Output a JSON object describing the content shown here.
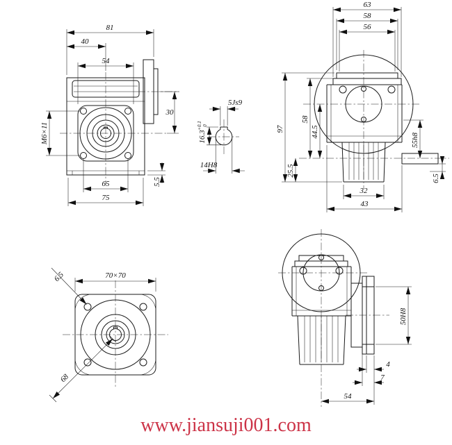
{
  "page": {
    "background": "#ffffff",
    "line_color": "#1a1a1a"
  },
  "watermark": {
    "text": "www.jiansuji001.com",
    "color": "#cc3347"
  },
  "front_view": {
    "dim_total_width": "81",
    "dim_center_offset": "40",
    "dim_flange_width": "54",
    "dim_tapped_holes": "M6×11",
    "dim_input_offset": "30",
    "dim_bolt_spacing": "65",
    "dim_base_width": "75",
    "dim_foot_height": "5.5"
  },
  "shaft_section": {
    "dim_key_width": "5Js9",
    "dim_key_depth": "16.3",
    "dim_key_depth_tol_upper": "+0.1",
    "dim_key_depth_tol_lower": "0",
    "dim_bore": "14H8"
  },
  "side_view": {
    "dim_top_1": "63",
    "dim_top_2": "58",
    "dim_top_3": "56",
    "dim_height_total": "97",
    "dim_height_upper": "58",
    "dim_center_to_axis": "44.5",
    "dim_axis_to_base": "25.5",
    "dim_boss": "55h8",
    "dim_step": "6.5",
    "dim_fin_width": "32",
    "dim_body_width": "43"
  },
  "flange_view": {
    "dim_corner_hole": "6.5",
    "dim_square": "70×70",
    "dim_diagonal": "68"
  },
  "output_view": {
    "dim_bore": "50H8",
    "dim_plate_step": "4",
    "dim_flange_thickness": "7",
    "dim_axis_to_face": "54"
  }
}
